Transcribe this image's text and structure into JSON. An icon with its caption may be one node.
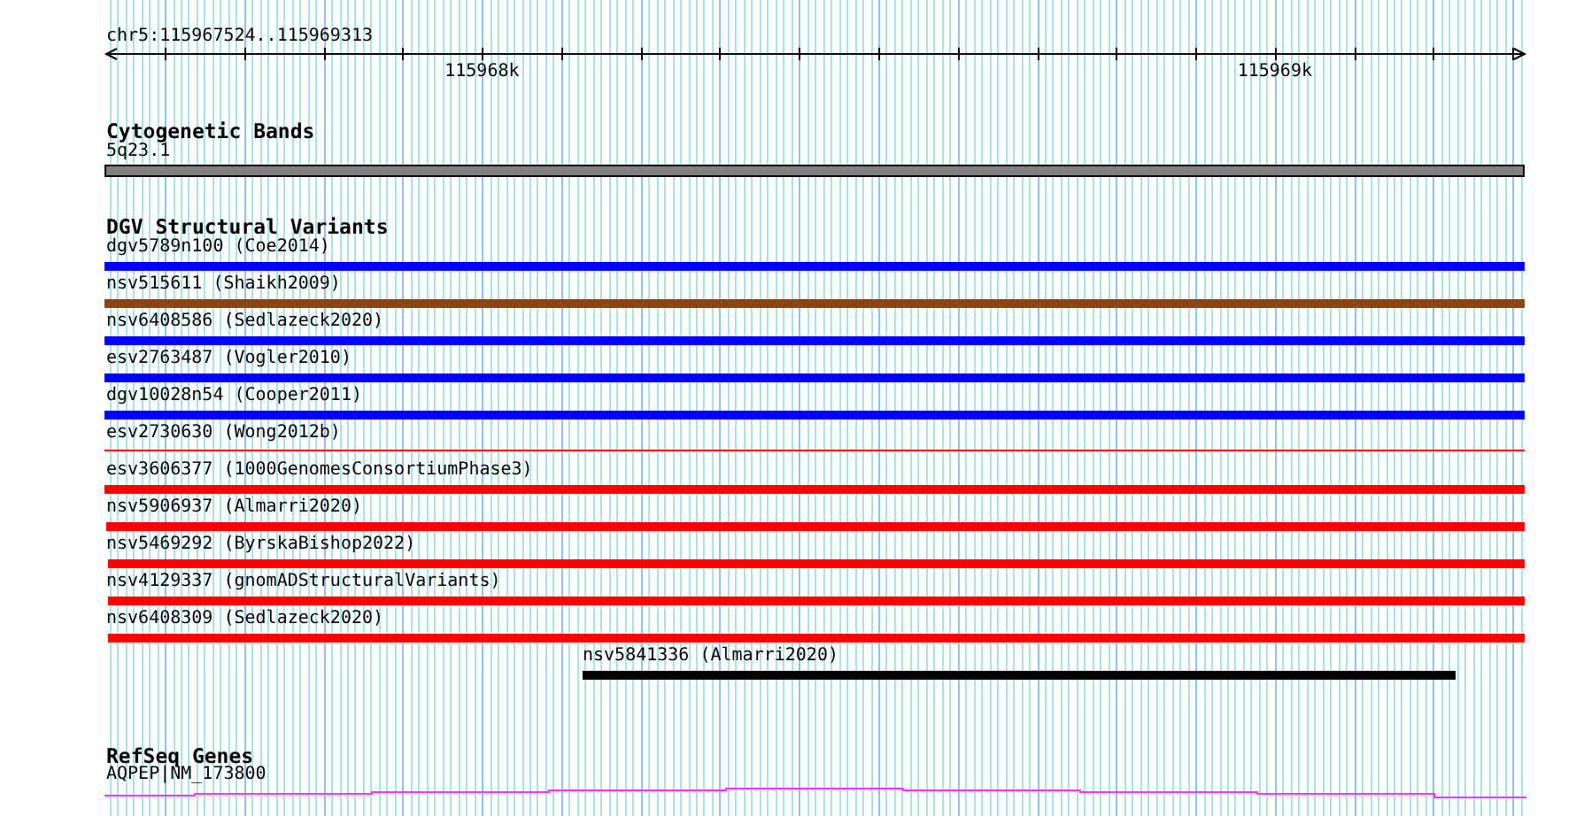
{
  "diagram": {
    "labels": [
      "chr5:115967524..115969313",
      "115968k",
      "115969k",
      "Cytogenetic Bands",
      "5q23.1",
      "DGV Structural Variants",
      "dgv5789n100 (Coe2014)",
      "nsv515611 (Shaikh2009)",
      "nsv6408586 (Sedlazeck2020)",
      "esv2763487 (Vogler2010)",
      "dgv10028n54 (Cooper2011)",
      "esv2730630 (Wong2012b)",
      "esv3606377 (1000GenomesConsortiumPhase3)",
      "nsv5906937 (Almarri2020)",
      "nsv5469292 (ByrskaBishop2022)",
      "nsv4129337 (gnomADStructuralVariants)",
      "nsv6408309 (Sedlazeck2020)",
      "nsv5841336 (Almarri2020)",
      "RefSeq Genes",
      "AQPEP|NM_173800"
    ]
  }
}
